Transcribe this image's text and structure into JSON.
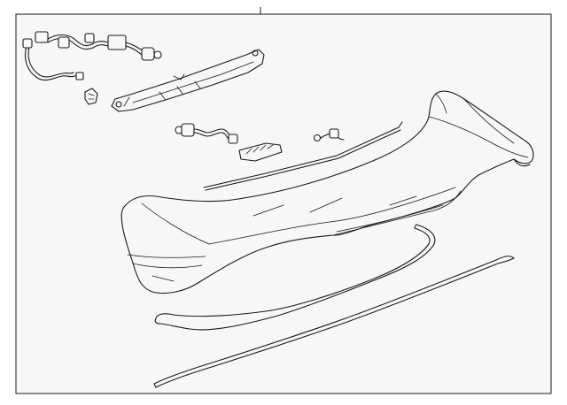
{
  "diagram": {
    "colors": {
      "background": "#f7f7f7",
      "line": "#1a1a1a",
      "page": "#ffffff"
    },
    "parts": [
      "wiring-harness",
      "connector-clip",
      "high-mount-stop-lamp",
      "lamp-mounting-bracket",
      "lamp-bulb-socket-pigtail",
      "lamp-retaining-clip",
      "socket-pigtail-small",
      "spoiler-upper-seal-strip",
      "rear-spoiler-assembly",
      "spoiler-lower-gasket",
      "spoiler-front-seal-strip"
    ]
  }
}
